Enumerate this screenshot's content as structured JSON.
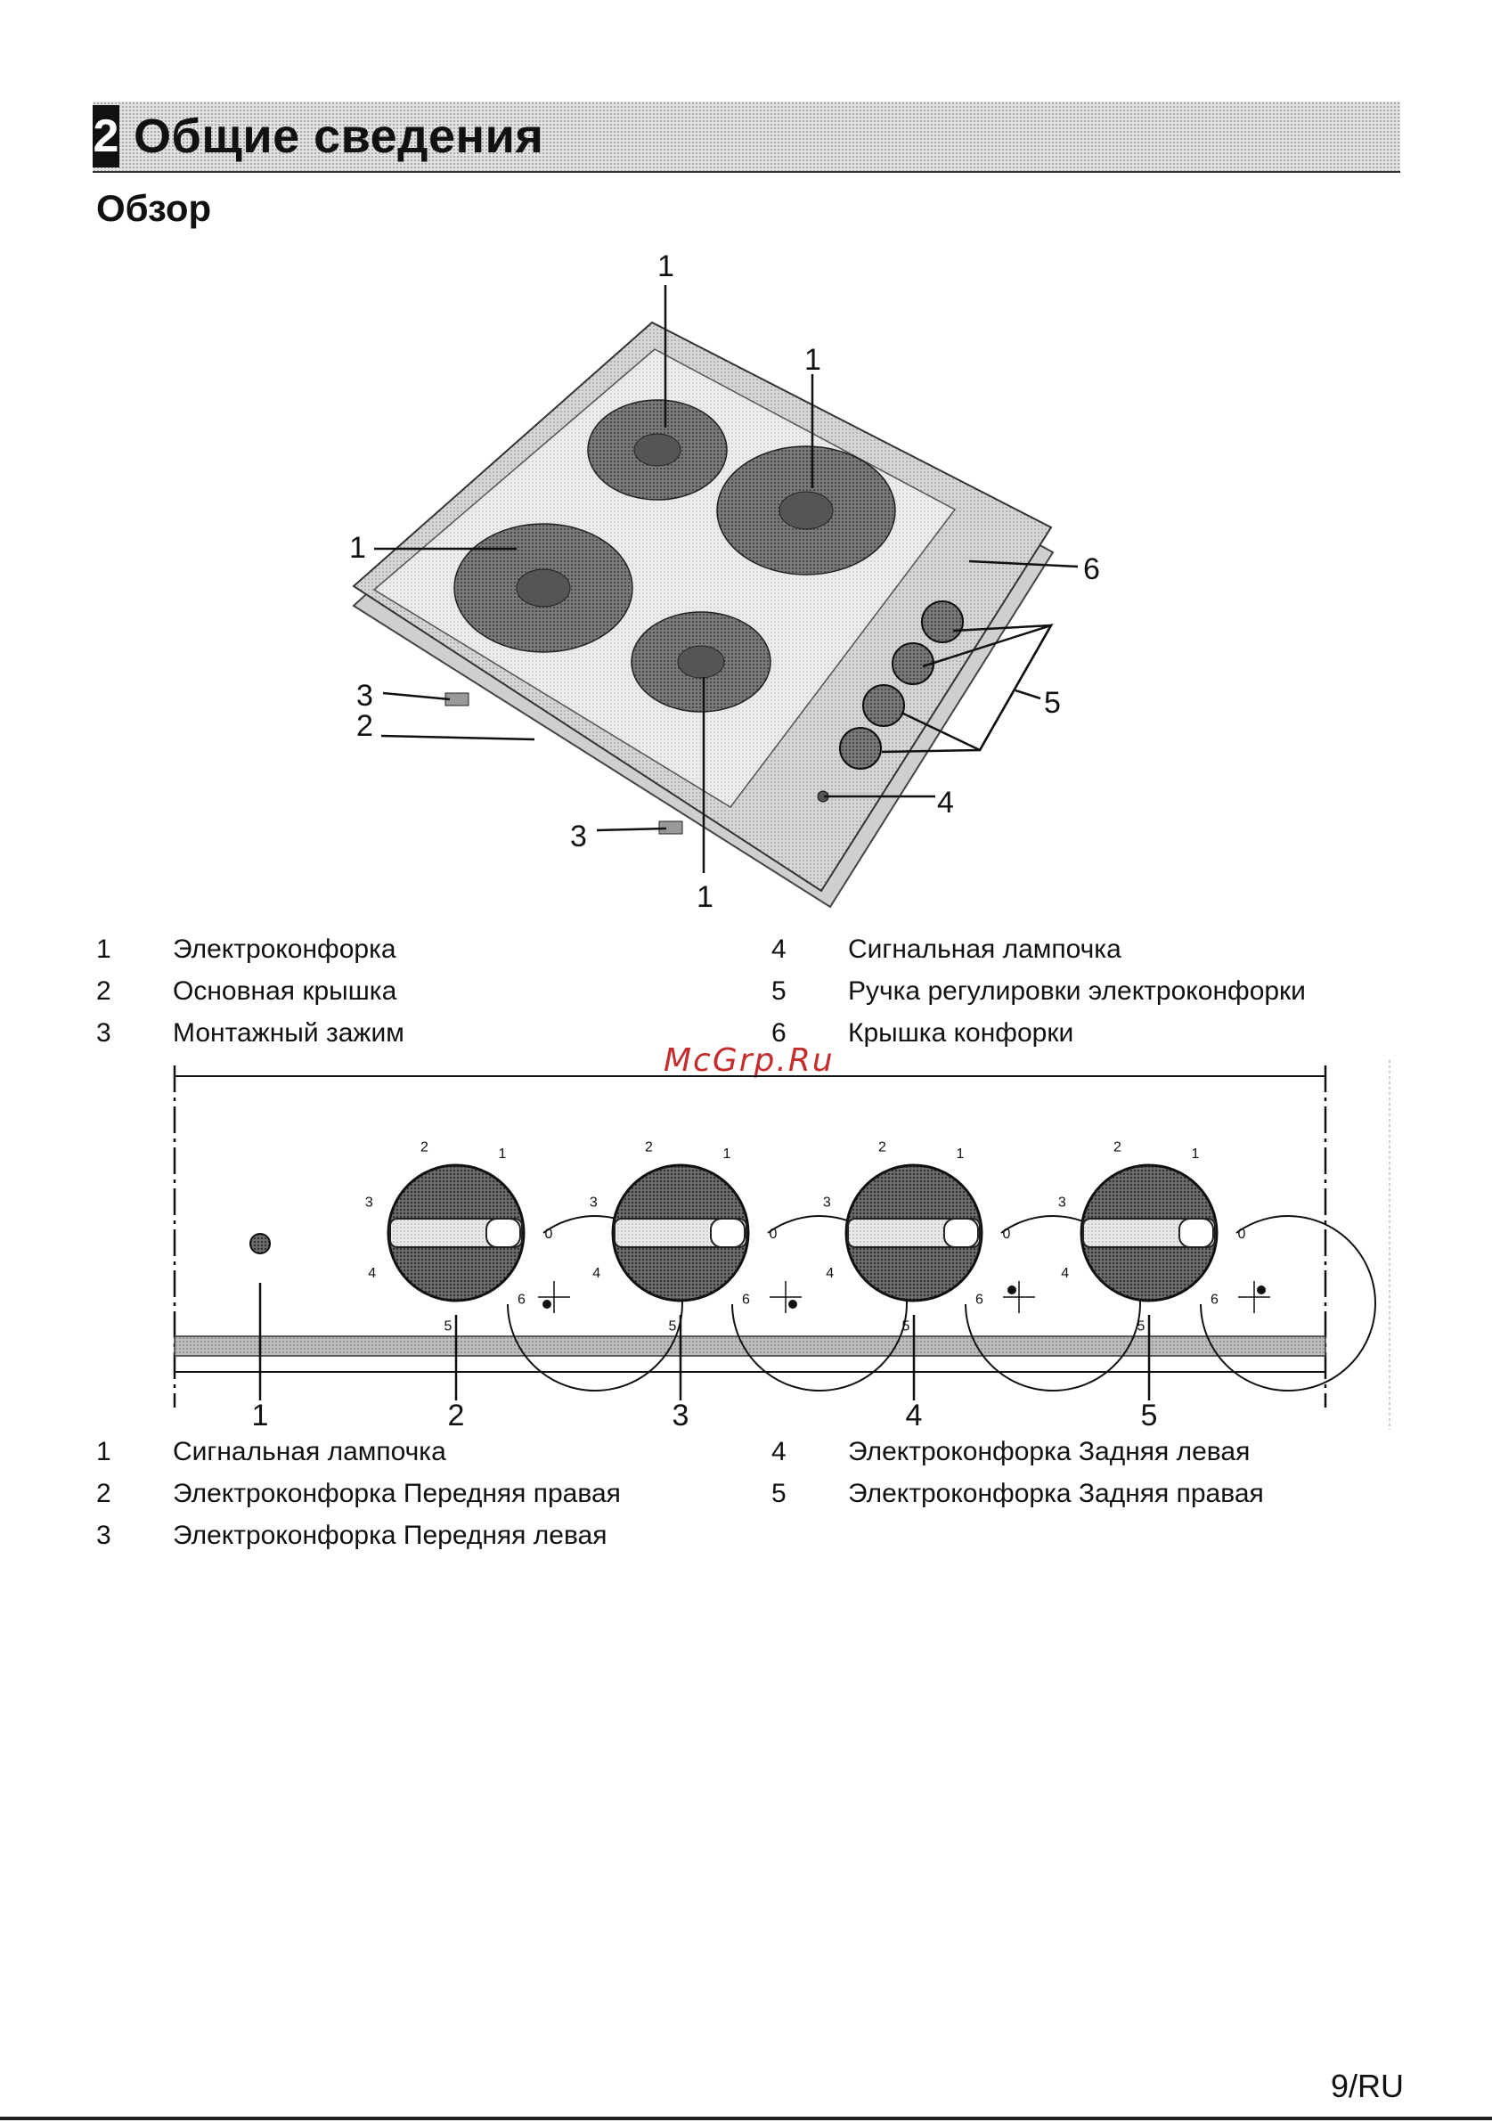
{
  "header": {
    "section_number": "2",
    "title": "Общие сведения"
  },
  "subtitle": "Обзор",
  "hob_diagram": {
    "callouts": {
      "c1a": "1",
      "c1b": "1",
      "c1c": "1",
      "c1d": "1",
      "c2": "2",
      "c3a": "3",
      "c3b": "3",
      "c4": "4",
      "c5": "5",
      "c6": "6"
    }
  },
  "legend1": {
    "left": [
      {
        "n": "1",
        "t": "Электроконфорка"
      },
      {
        "n": "2",
        "t": "Основная крышка"
      },
      {
        "n": "3",
        "t": "Монтажный зажим"
      }
    ],
    "right": [
      {
        "n": "4",
        "t": "Сигнальная лампочка"
      },
      {
        "n": "5",
        "t": "Ручка регулировки электроконфорки"
      },
      {
        "n": "6",
        "t": "Крышка конфорки"
      }
    ]
  },
  "watermark": "McGrp.Ru",
  "panel_diagram": {
    "dial_marks": [
      "0",
      "1",
      "2",
      "3",
      "4",
      "5",
      "6"
    ],
    "labels": [
      "1",
      "2",
      "3",
      "4",
      "5"
    ]
  },
  "legend2": {
    "left": [
      {
        "n": "1",
        "t": "Сигнальная лампочка"
      },
      {
        "n": "2",
        "t": "Электроконфорка Передняя правая"
      },
      {
        "n": "3",
        "t": "Электроконфорка Передняя левая"
      }
    ],
    "right": [
      {
        "n": "4",
        "t": "Электроконфорка Задняя левая"
      },
      {
        "n": "5",
        "t": "Электроконфорка Задняя правая"
      }
    ]
  },
  "page_number": "9/RU"
}
